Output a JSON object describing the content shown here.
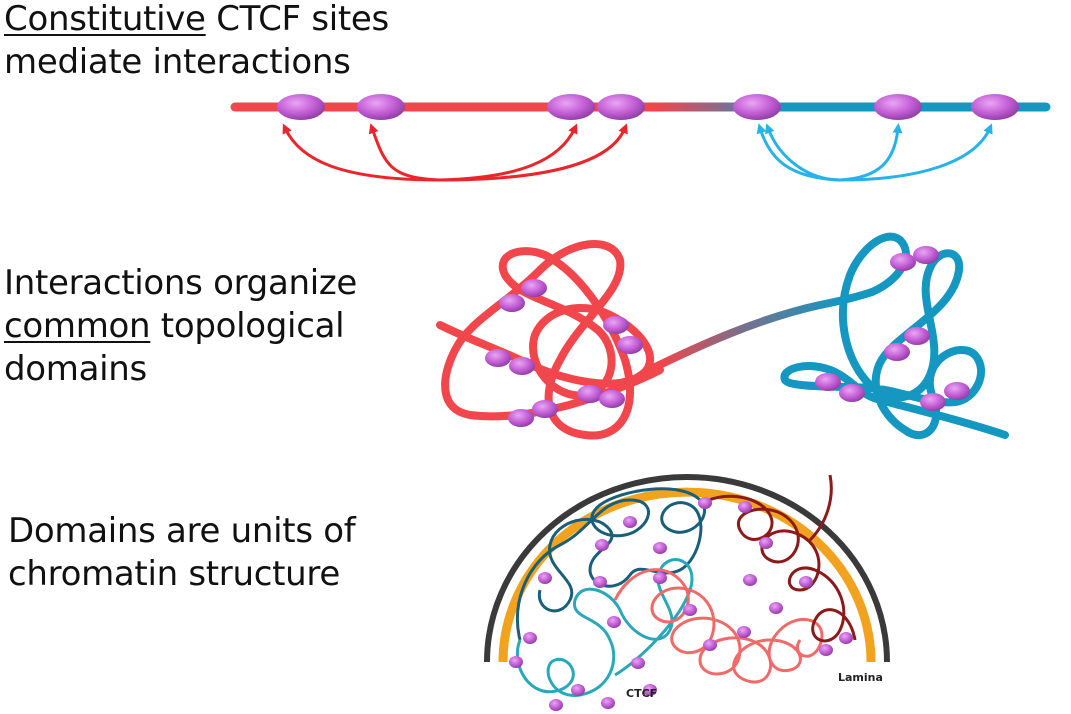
{
  "panels": [
    {
      "caption_lines": [
        {
          "u": "Constitutive",
          "rest": " CTCF sites"
        },
        {
          "u": "",
          "rest": "mediate interactions"
        }
      ]
    },
    {
      "caption_lines": [
        {
          "u": "",
          "rest": "Interactions organize"
        },
        {
          "u": "common",
          "rest": " topological"
        },
        {
          "u": "",
          "rest": "domains"
        }
      ]
    },
    {
      "caption_lines": [
        {
          "u": "",
          "rest": "Domains are units of"
        },
        {
          "u": "",
          "rest": "chromatin structure"
        }
      ]
    }
  ],
  "labels": {
    "ctcf": "CTCF",
    "lamina": "Lamina"
  },
  "colors": {
    "red_domain": "#f0464c",
    "blue_domain": "#1497c1",
    "ctcf_site": "#c45fd6",
    "dark_red": "#8b1a1a",
    "dark_teal": "#1a5f79",
    "light_red": "#f06a6a",
    "light_teal": "#2aa7b8",
    "lamina_orange": "#f1a320",
    "envelope_gray": "#3a3a3a"
  }
}
